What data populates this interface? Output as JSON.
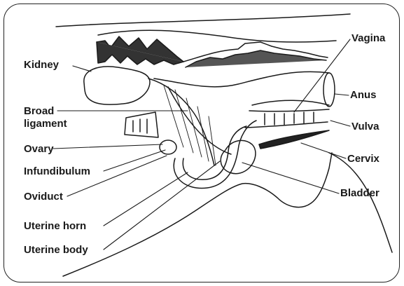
{
  "labels": {
    "kidney": "Kidney",
    "broad_ligament": "Broad\nligament",
    "ovary": "Ovary",
    "infundibulum": "Infundibulum",
    "oviduct": "Oviduct",
    "uterine_horn": "Uterine horn",
    "uterine_body": "Uterine body",
    "vagina": "Vagina",
    "anus": "Anus",
    "vulva": "Vulva",
    "cervix": "Cervix",
    "bladder": "Bladder"
  },
  "colors": {
    "ink": "#1a1a1a",
    "background": "#ffffff"
  }
}
